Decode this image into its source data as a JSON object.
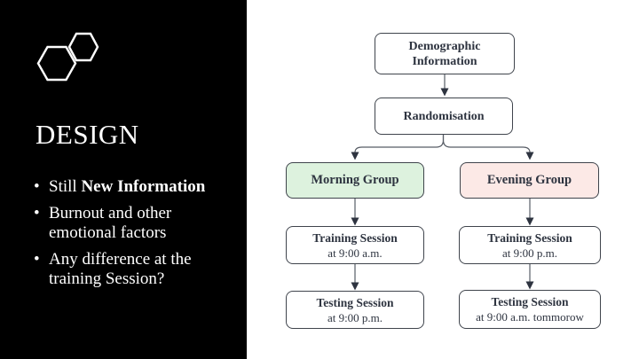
{
  "left_panel": {
    "title": "DESIGN",
    "bullet_char": "•",
    "bullets": [
      {
        "prefix": "Still ",
        "bold_text": "New Information"
      },
      {
        "text": "Burnout and other emotional factors"
      },
      {
        "text": "Any difference at the training Session?"
      }
    ]
  },
  "flowchart": {
    "demographic": {
      "label": "Demographic Information"
    },
    "randomisation": {
      "label": "Randomisation"
    },
    "morning_group": {
      "label": "Morning Group"
    },
    "evening_group": {
      "label": "Evening Group"
    },
    "morning_training": {
      "title": "Training Session",
      "subtitle": "at 9:00 a.m."
    },
    "evening_training": {
      "title": "Training Session",
      "subtitle": "at 9:00 p.m."
    },
    "morning_testing": {
      "title": "Testing Session",
      "subtitle": "at 9:00 p.m."
    },
    "evening_testing": {
      "title": "Testing Session",
      "subtitle": "at 9:00 a.m. tommorow"
    }
  },
  "colors": {
    "panel_bg": "#000000",
    "canvas_bg": "#ffffff",
    "node_border": "#3f444c",
    "node_text": "#2e3440",
    "morning_fill": "#ddf2de",
    "evening_fill": "#fce9e6",
    "connector": "#585d66",
    "arrowhead": "#2e3440",
    "text_white": "#ffffff"
  }
}
